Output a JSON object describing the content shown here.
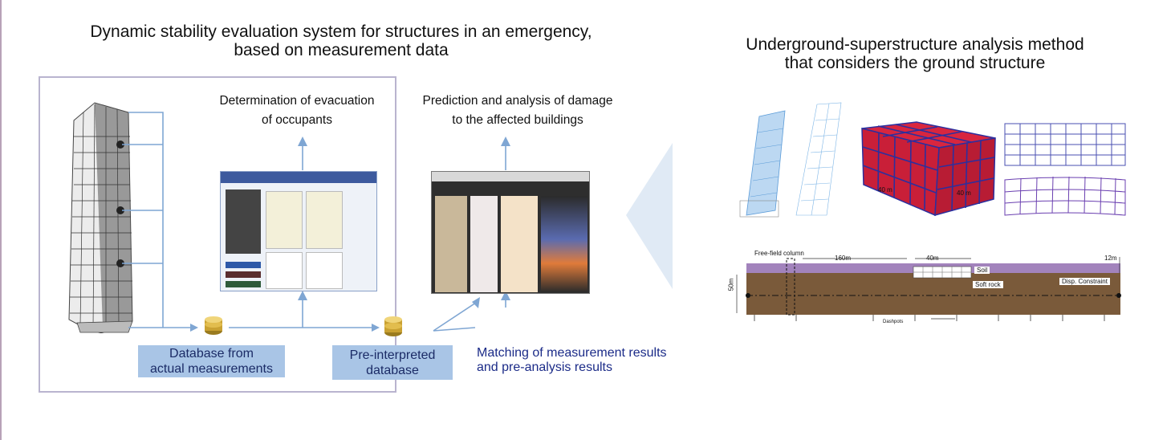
{
  "left_panel": {
    "title_line1": "Dynamic stability evaluation system for structures in an emergency,",
    "title_line2": "based on measurement data",
    "evacuation_line1": "Determination of evacuation",
    "evacuation_line2": "of occupants",
    "damage_line1": "Prediction and analysis of damage",
    "damage_line2": "to the affected buildings",
    "db_actual_line1": "Database from",
    "db_actual_line2": "actual measurements",
    "db_pre_line1": "Pre-interpreted",
    "db_pre_line2": "database",
    "matching_line1": "Matching of measurement results",
    "matching_line2": "and pre-analysis results"
  },
  "right_panel": {
    "title_line1": "Underground-superstructure analysis method",
    "title_line2": "that considers the ground structure",
    "dim_40m_a": "40 m",
    "dim_40m_b": "40 m",
    "free_field": "Free-field column",
    "dim_160m": "160m",
    "dim_40m_c": "40m",
    "dim_12m": "12m",
    "dim_50m": "50m",
    "soil": "Soil",
    "soft_rock": "Soft rock",
    "disp_constraint": "Disp. Constraint",
    "dashpots": "Dashpots"
  },
  "colors": {
    "arrow": "#7fa6d3",
    "frame_border": "#b9b4cf",
    "db_box": "#a9c5e6",
    "db_text": "#1b2b66",
    "matching_text": "#1b2b88",
    "block_red": "#d8263f",
    "block_blue": "#2c2f9e",
    "ground_brown": "#7a5a3a"
  }
}
